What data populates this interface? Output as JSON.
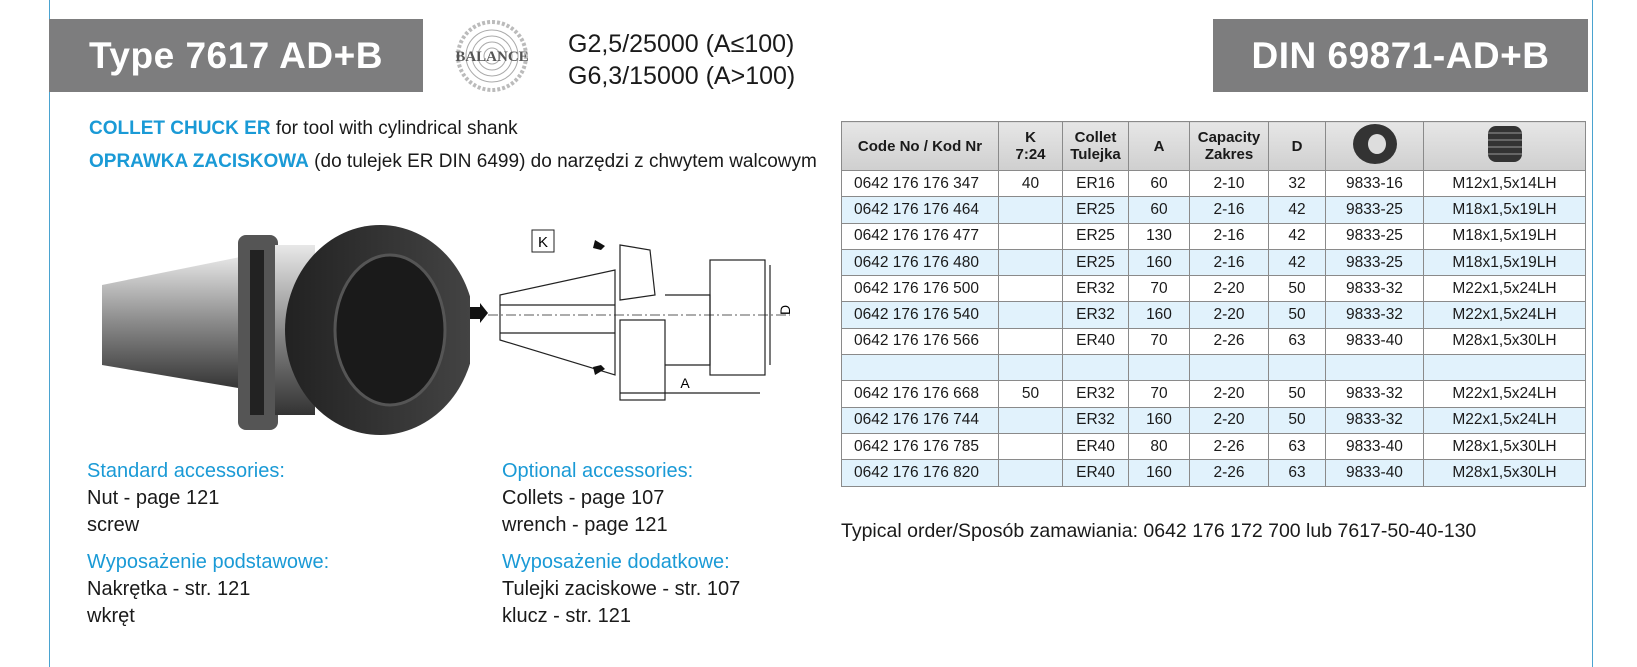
{
  "header": {
    "type_title": "Type 7617 AD+B",
    "balance_logo": "BALANCE",
    "balance_lines": [
      "G2,5/25000 (A≤100)",
      "G6,3/15000 (A>100)"
    ],
    "din_title": "DIN 69871-AD+B"
  },
  "description": {
    "en_bold": "COLLET CHUCK ER",
    "en_rest": " for tool with cylindrical shank",
    "pl_bold": "OPRAWKA ZACISKOWA",
    "pl_rest": " (do tulejek ER DIN 6499) do narzędzi z chwytem walcowym"
  },
  "drawing": {
    "label_k": "K",
    "label_d": "D",
    "label_a": "A"
  },
  "accessories": {
    "standard": {
      "heading": "Standard accessories:",
      "items": [
        "Nut - page 121",
        "screw"
      ]
    },
    "standard_pl": {
      "heading": "Wyposażenie podstawowe:",
      "items": [
        "Nakrętka - str. 121",
        "wkręt"
      ]
    },
    "optional": {
      "heading": "Optional accessories:",
      "items": [
        "Collets - page 107",
        "wrench - page 121"
      ]
    },
    "optional_pl": {
      "heading": "Wyposażenie dodatkowe:",
      "items": [
        "Tulejki zaciskowe - str. 107",
        "klucz - str. 121"
      ]
    }
  },
  "table": {
    "headers": [
      "Code No / Kod Nr",
      "K\n7:24",
      "Collet\nTulejka",
      "A",
      "Capacity\nZakres",
      "D",
      "nut-icon",
      "screw-icon"
    ],
    "rows": [
      [
        "0642 176 176 347",
        "40",
        "ER16",
        "60",
        "2-10",
        "32",
        "9833-16",
        "M12x1,5x14LH"
      ],
      [
        "0642 176 176 464",
        "",
        "ER25",
        "60",
        "2-16",
        "42",
        "9833-25",
        "M18x1,5x19LH"
      ],
      [
        "0642 176 176 477",
        "",
        "ER25",
        "130",
        "2-16",
        "42",
        "9833-25",
        "M18x1,5x19LH"
      ],
      [
        "0642 176 176 480",
        "",
        "ER25",
        "160",
        "2-16",
        "42",
        "9833-25",
        "M18x1,5x19LH"
      ],
      [
        "0642 176 176 500",
        "",
        "ER32",
        "70",
        "2-20",
        "50",
        "9833-32",
        "M22x1,5x24LH"
      ],
      [
        "0642 176 176 540",
        "",
        "ER32",
        "160",
        "2-20",
        "50",
        "9833-32",
        "M22x1,5x24LH"
      ],
      [
        "0642 176 176 566",
        "",
        "ER40",
        "70",
        "2-26",
        "63",
        "9833-40",
        "M28x1,5x30LH"
      ],
      [
        "",
        "",
        "",
        "",
        "",
        "",
        "",
        ""
      ],
      [
        "0642 176 176 668",
        "50",
        "ER32",
        "70",
        "2-20",
        "50",
        "9833-32",
        "M22x1,5x24LH"
      ],
      [
        "0642 176 176 744",
        "",
        "ER32",
        "160",
        "2-20",
        "50",
        "9833-32",
        "M22x1,5x24LH"
      ],
      [
        "0642 176 176 785",
        "",
        "ER40",
        "80",
        "2-26",
        "63",
        "9833-40",
        "M28x1,5x30LH"
      ],
      [
        "0642 176 176 820",
        "",
        "ER40",
        "160",
        "2-26",
        "63",
        "9833-40",
        "M28x1,5x30LH"
      ]
    ]
  },
  "typical_order": "Typical order/Sposób zamawiania: 0642 176 172 700 lub 7617-50-40-130",
  "colors": {
    "accent": "#1a9ad6",
    "title_bg": "#7d7d7e",
    "row_alt": "#e1f2fc"
  }
}
